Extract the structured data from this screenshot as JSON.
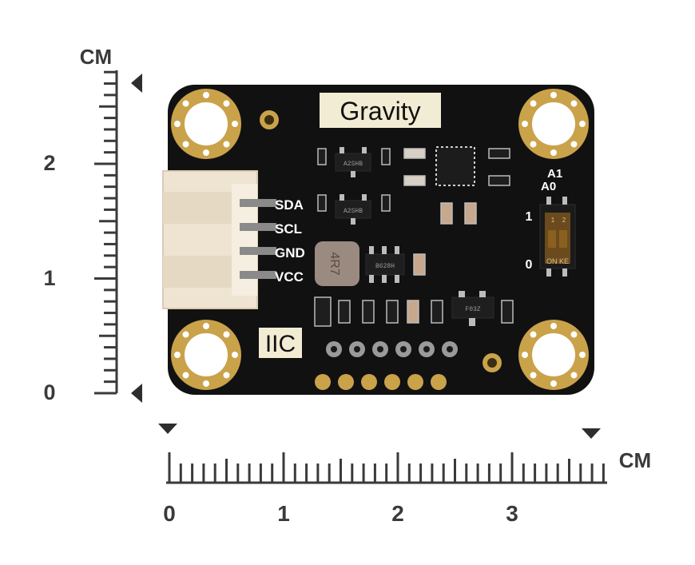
{
  "ruler": {
    "unit_label": "CM",
    "vertical_labels": [
      "2",
      "1",
      "0"
    ],
    "horizontal_labels": [
      "0",
      "1",
      "2",
      "3"
    ]
  },
  "board": {
    "brand_label": "Gravity",
    "interface_label": "IIC",
    "pins": [
      "SDA",
      "SCL",
      "GND",
      "VCC"
    ],
    "dip_switch": {
      "top_labels": [
        "A1",
        "A0"
      ],
      "side_on_label": "1",
      "side_off_label": "0",
      "switch_numbers": [
        "1",
        "2"
      ],
      "state_text": "ON KE"
    },
    "inductor_marking": "4R7",
    "chip_markings": [
      "A2SHB",
      "A2SHB",
      "B628H",
      "F03Z"
    ],
    "board_color": "#111111",
    "pad_color": "#c9a24a"
  }
}
